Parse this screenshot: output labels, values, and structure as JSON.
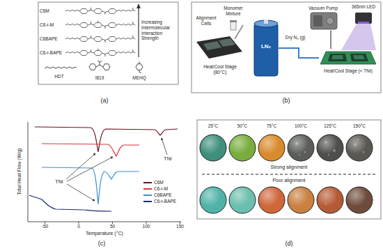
{
  "diagram": {
    "nodes": [
      {
        "text": [
          "LN₂"
        ]
      },
      {
        "text": [
          "Vacuum Pump"
        ]
      },
      {
        "text": [
          "Heat/Cool Stage (< TNI)"
        ]
      }
    ],
    "edges": [
      {
        "from": 0,
        "to": 2,
        "arrow": "none"
      },
      {
        "from": 1,
        "to": 2,
        "arrow": "none"
      }
    ],
    "labels": [
      "C6M",
      "C6-r-M",
      "C6BAPE",
      "C6-r-BAPE",
      "Increasing Intermolecular Interaction Strength",
      "HDT",
      "I819",
      "MEHQ",
      "(a)",
      "Monomer Mixture",
      "365nm LED",
      "Dry N₂ (g)",
      "Alignment Cells",
      "Heat/Cool Stage (80°C)",
      "(b)",
      "Total Heat Flow (W/g)",
      "Temperature (°C)",
      "-50",
      "0",
      "50",
      "100",
      "150",
      "TNI",
      "TNI",
      "(c)",
      "25°C",
      "50°C",
      "75°C",
      "100°C",
      "125°C",
      "150°C",
      "Strong alignment",
      "Poor alignment",
      "(d)"
    ],
    "legend": [
      {
        "text": "C6M",
        "color": "#6b1020"
      },
      {
        "text": "C6-r-M",
        "color": "#e0303a"
      },
      {
        "text": "C6BAPE",
        "color": "#3b8fd6"
      },
      {
        "text": "C6-r-BAPE",
        "color": "#1b2a70"
      }
    ]
  }
}
